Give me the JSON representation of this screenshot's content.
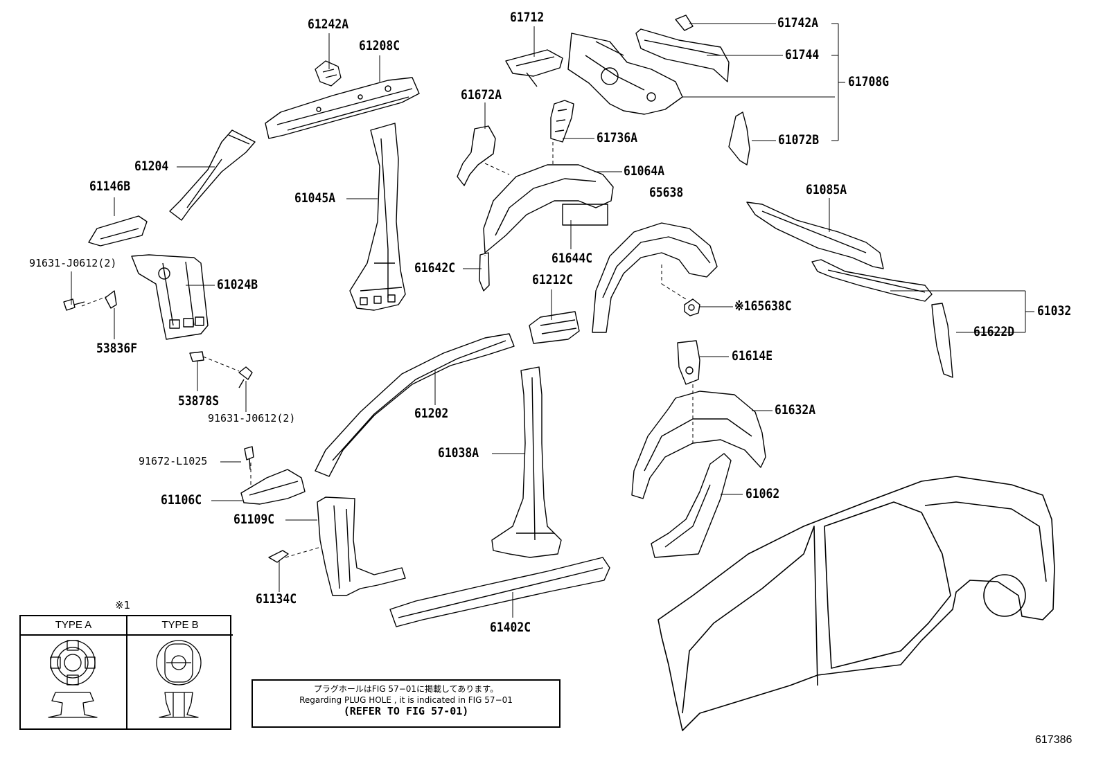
{
  "diagram": {
    "labels": {
      "p61242A": "61242A",
      "p61208C": "61208C",
      "p61712": "61712",
      "p61742A": "61742A",
      "p61744": "61744",
      "p61708G": "61708G",
      "p61672A": "61672A",
      "p61736A": "61736A",
      "p61072B": "61072B",
      "p61204": "61204",
      "p61064A": "61064A",
      "p61146B": "61146B",
      "p65638": "65638",
      "p61085A": "61085A",
      "p61045A": "61045A",
      "p91631_top": "91631-J0612(2)",
      "p61024B": "61024B",
      "p61642C": "61642C",
      "p61644C": "61644C",
      "p61212C": "61212C",
      "p65638C": "※165638C",
      "p61032": "61032",
      "p61622D": "61622D",
      "p53836F": "53836F",
      "p61614E": "61614E",
      "p53878S": "53878S",
      "p91631_bot": "91631-J0612(2)",
      "p61202": "61202",
      "p61632A": "61632A",
      "p61038A": "61038A",
      "p91672": "91672-L1025",
      "p61062": "61062",
      "p61106C": "61106C",
      "p61109C": "61109C",
      "p61134C": "61134C",
      "p61402C": "61402C"
    },
    "legend": {
      "mark": "※1",
      "type_a": "TYPE A",
      "type_b": "TYPE B"
    },
    "note": {
      "line1": "プラグホールはFIG 57−01に掲載してあります。",
      "line2": "Regarding PLUG HOLE , it is indicated in FIG 57−01",
      "line3": "(REFER TO FIG 57-01)"
    },
    "figure_number": "617386"
  }
}
